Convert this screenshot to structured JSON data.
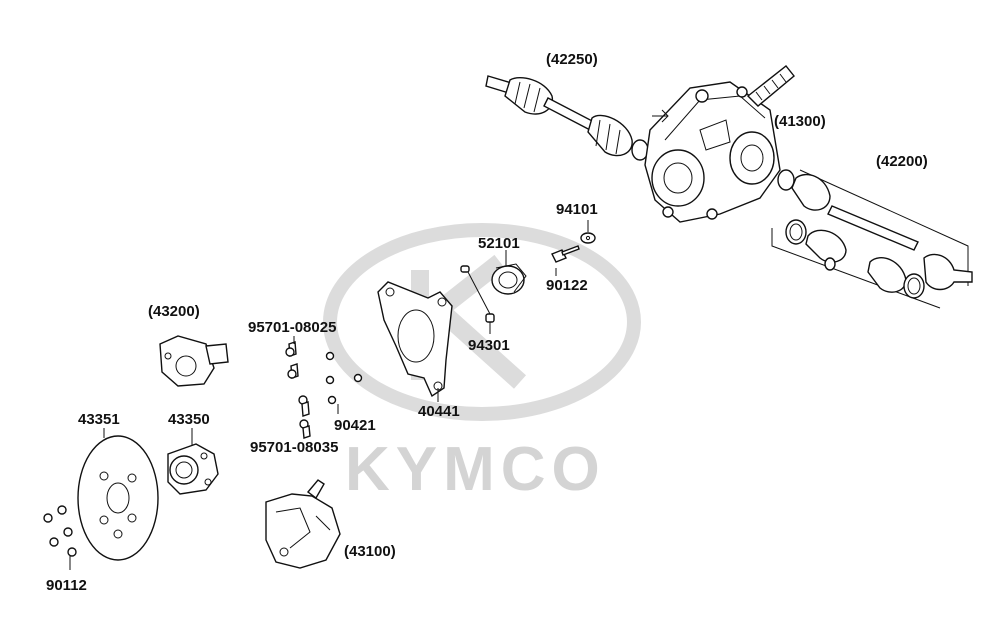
{
  "watermark": {
    "brand": "KYMCO",
    "color": "#d4d4d4"
  },
  "labels": {
    "p42250": "(42250)",
    "p41300": "(41300)",
    "p42200": "(42200)",
    "p94101": "94101",
    "p52101": "52101",
    "p90122": "90122",
    "p94301": "94301",
    "p40441": "40441",
    "p43200": "(43200)",
    "p95701_08025": "95701-08025",
    "p90421": "90421",
    "p95701_08035": "95701-08035",
    "p43351": "43351",
    "p43350": "43350",
    "p43100": "(43100)",
    "p90112": "90112"
  },
  "colors": {
    "ink": "#111111",
    "background": "#ffffff"
  }
}
